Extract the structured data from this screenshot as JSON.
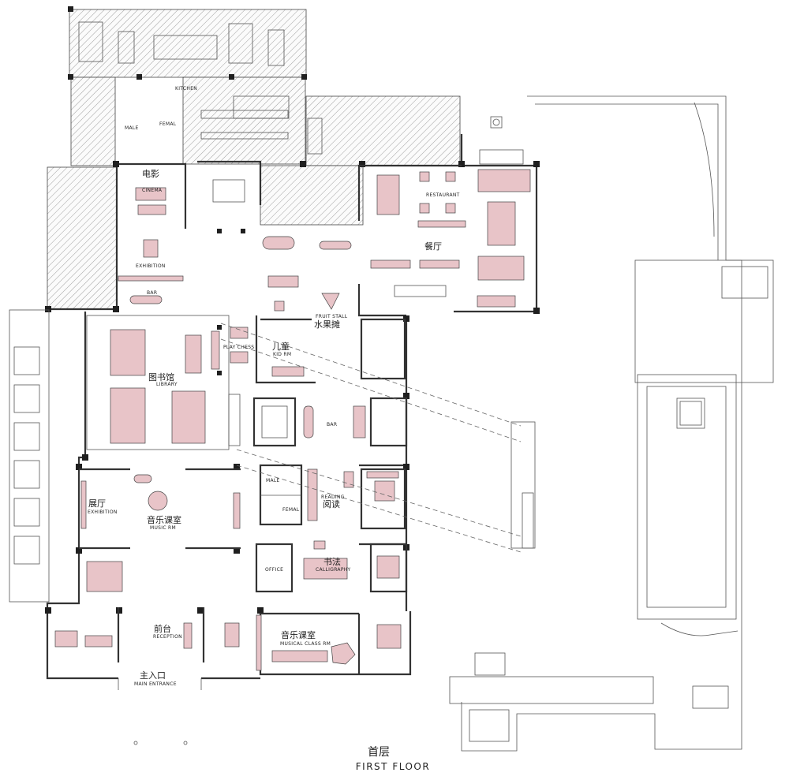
{
  "labels": {
    "kitchen": "KITCHEN",
    "male_top": "MALE",
    "femal_top": "FEMAL",
    "cinema_cn": "电影",
    "cinema_en": "CINEMA",
    "exhibition_top": "EXHIBITION",
    "bar_top": "BAR",
    "restaurant_en": "RESTAURANT",
    "restaurant_cn": "餐厅",
    "fruit_en": "FRUIT STALL",
    "fruit_cn": "水果摊",
    "play_chess": "PLAY CHESS",
    "kid_cn": "儿童",
    "kid_en": "KID RM",
    "library_cn": "图书馆",
    "library_en": "LIBRARY",
    "bar_mid": "BAR",
    "exhibit_cn": "展厅",
    "exhibit_en": "EXHIBITION",
    "music_cn": "音乐课室",
    "music_en": "MUSIC RM",
    "male_mid": "MALE",
    "femal_mid": "FEMAL",
    "reading_en": "READING",
    "reading_cn": "阅读",
    "office": "OFFICE",
    "calligraphy_cn": "书法",
    "calligraphy_en": "CALLIGRAPHY",
    "reception_cn": "前台",
    "reception_en": "RECEPTION",
    "musical_cn": "音乐课室",
    "musical_en": "MUSICAL CLASS RM",
    "entrance_cn": "主入口",
    "entrance_en": "MAIN ENTRANCE"
  },
  "floor_title": {
    "cn": "首层",
    "en": "FIRST FLOOR"
  },
  "colors": {
    "furniture": "#e8c4c8",
    "wall": "#333333",
    "pillar": "#1f1f1f",
    "hatch": "#555555"
  }
}
